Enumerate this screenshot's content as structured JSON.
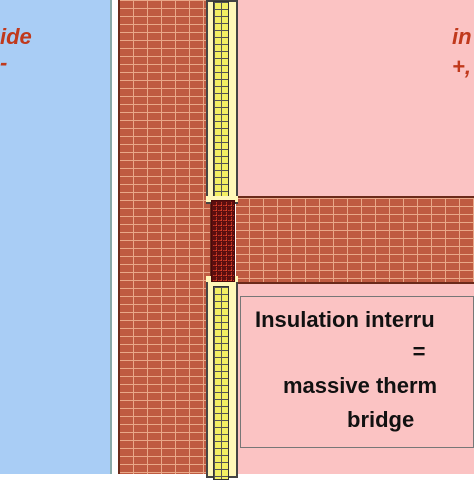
{
  "labels": {
    "outside_side": "ide",
    "outside_temp": "-",
    "inside_side": "in",
    "inside_temp": "+,"
  },
  "annotation": {
    "line1": "Insulation interru",
    "line2": "=",
    "line3": "massive therm",
    "line4": "bridge"
  },
  "colors": {
    "outside_air": "#a9cdf5",
    "inside_air": "#fbc3c3",
    "brick": "#bf5b41",
    "insulation": "#f3ef63",
    "thermal_bridge": "#e0412a",
    "label_red": "#c0391c"
  }
}
